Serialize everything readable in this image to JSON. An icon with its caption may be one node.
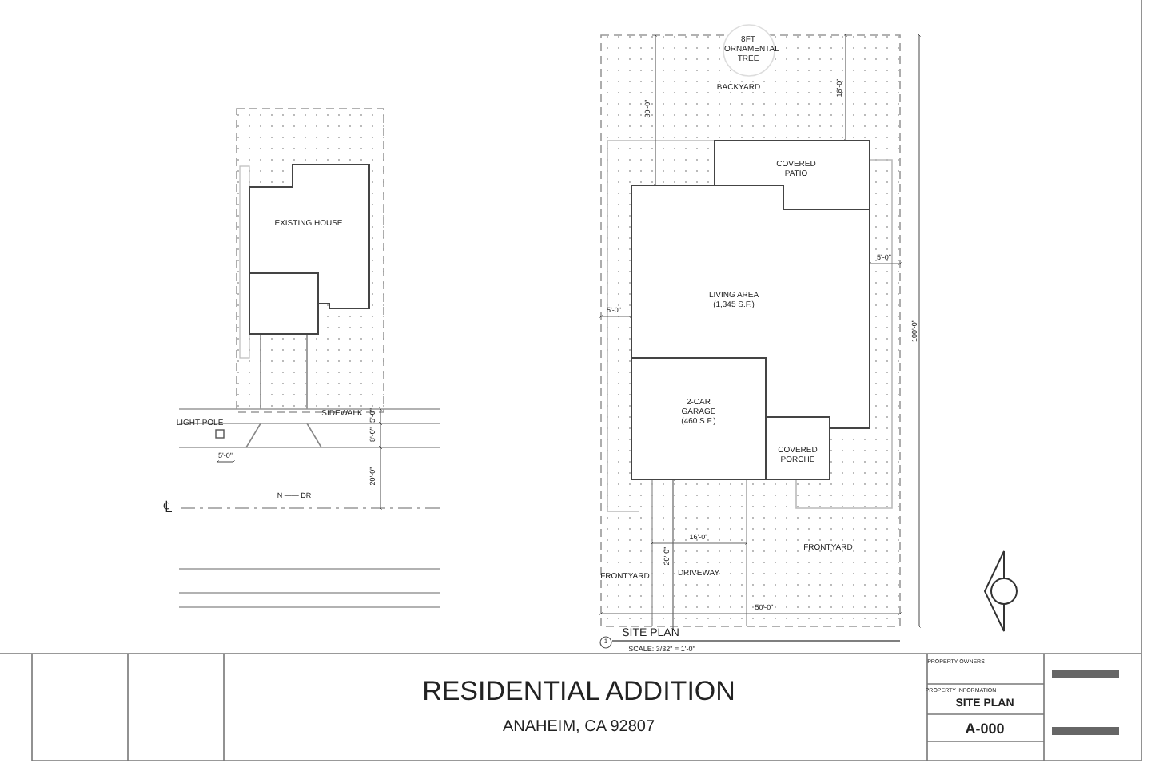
{
  "diagram": {
    "title": "RESIDENTIAL ADDITION",
    "nodes": [
      {
        "text": [
          "EXISTING HOUSE"
        ]
      },
      {
        "text": [
          "8FT ORNAMENTAL TREE"
        ]
      },
      {
        "text": [
          "COVERED PATIO"
        ]
      },
      {
        "text": [
          "LIVING AREA (1,345 S.F.)"
        ]
      },
      {
        "text": [
          "2-CAR GARAGE (460 S.F.)"
        ]
      },
      {
        "text": [
          "COVERED PORCHE"
        ]
      }
    ],
    "labels": [
      "SIDEWALK",
      "LIGHT POLE",
      "5'-0\"",
      "8'-0\"",
      "5'-0\"",
      "20'-0\"",
      "℄",
      "N —— DR",
      "BACKYARD",
      "30'-0\"",
      "18'-0\"",
      "5'-0\"",
      "5'-0\"",
      "100'-0\"",
      "16'-0\"",
      "20'-0\"",
      "FRONTYARD",
      "DRIVEWAY",
      "FRONTYARD",
      "50'-0\"",
      "1",
      "SITE PLAN",
      "SCALE: 3/32\" = 1'-0\"",
      "ANAHEIM, CA 92807",
      "PROPERTY OWNERS",
      "PROPERTY INFORMATION",
      "SITE PLAN",
      "A-000"
    ]
  }
}
